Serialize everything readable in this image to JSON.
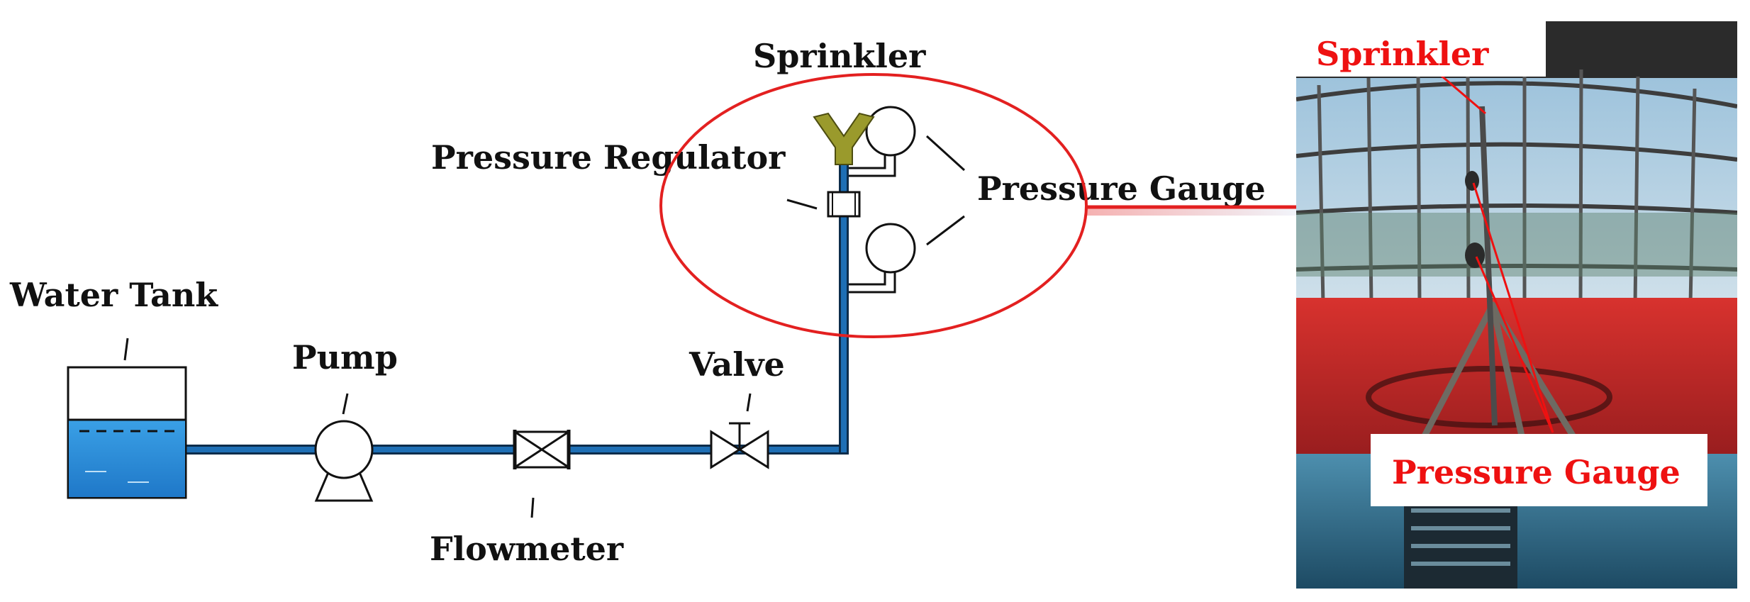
{
  "labels": {
    "sprinkler": "Sprinkler",
    "pressure_regulator": "Pressure Regulator",
    "pressure_gauge": "Pressure Gauge",
    "water_tank": "Water Tank",
    "pump": "Pump",
    "valve": "Valve",
    "flowmeter": "Flowmeter"
  },
  "photo_labels": {
    "sprinkler": "Sprinkler",
    "pressure_gauge": "Pressure Gauge"
  },
  "colors": {
    "pipe": "#1e6fb5",
    "pipe_edge": "#0d2c4a",
    "water": "#2f8fd8",
    "sprinkler_head": "#9a9a2c",
    "highlight": "#e32020",
    "label_text": "#111111",
    "photo_label_text": "#ee1111"
  }
}
